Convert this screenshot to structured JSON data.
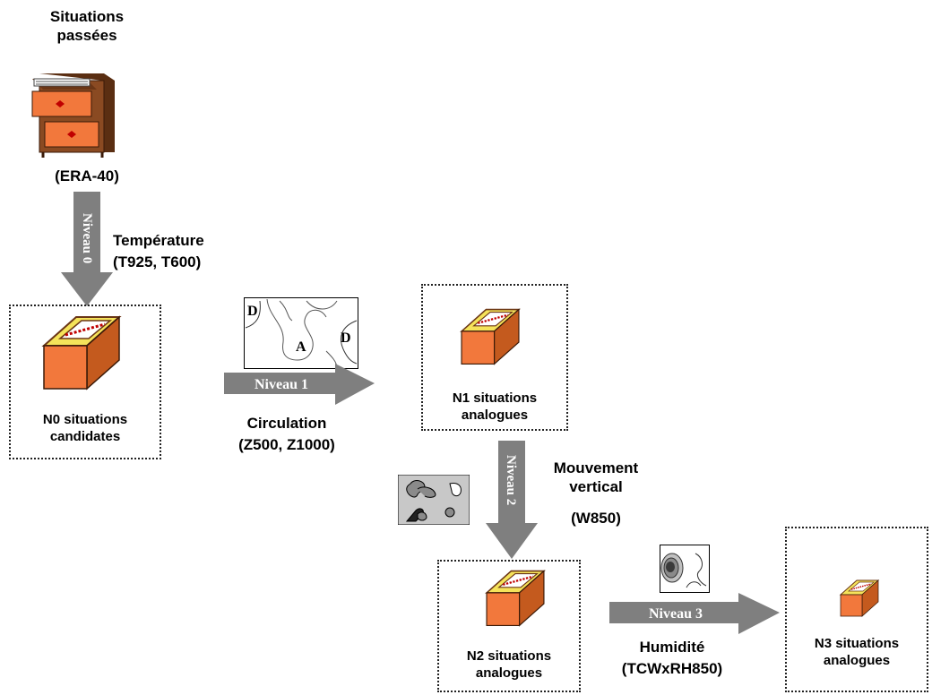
{
  "source": {
    "title": "Situations\npassées",
    "dataset": "(ERA-40)"
  },
  "steps": [
    {
      "arrow_label": "Niveau 0",
      "variable": "Température",
      "params": "(T925, T600)"
    },
    {
      "arrow_label": "Niveau 1",
      "variable": "Circulation",
      "params": "(Z500, Z1000)"
    },
    {
      "arrow_label": "Niveau 2",
      "variable": "Mouvement\nvertical",
      "params": "(W850)"
    },
    {
      "arrow_label": "Niveau 3",
      "variable": "Humidité",
      "params": "(TCWxRH850)"
    }
  ],
  "boxes": [
    {
      "label": "N0 situations\ncandidates"
    },
    {
      "label": "N1 situations\nanalogues"
    },
    {
      "label": "N2 situations\nanalogues"
    },
    {
      "label": "N3 situations\nanalogues"
    }
  ],
  "map": {
    "low_label": "D",
    "high_label": "A"
  },
  "colors": {
    "arrow": "#7f7f7f",
    "drawer": "#f2783c",
    "cabinet": "#8a4a22",
    "box_border": "#222222"
  }
}
